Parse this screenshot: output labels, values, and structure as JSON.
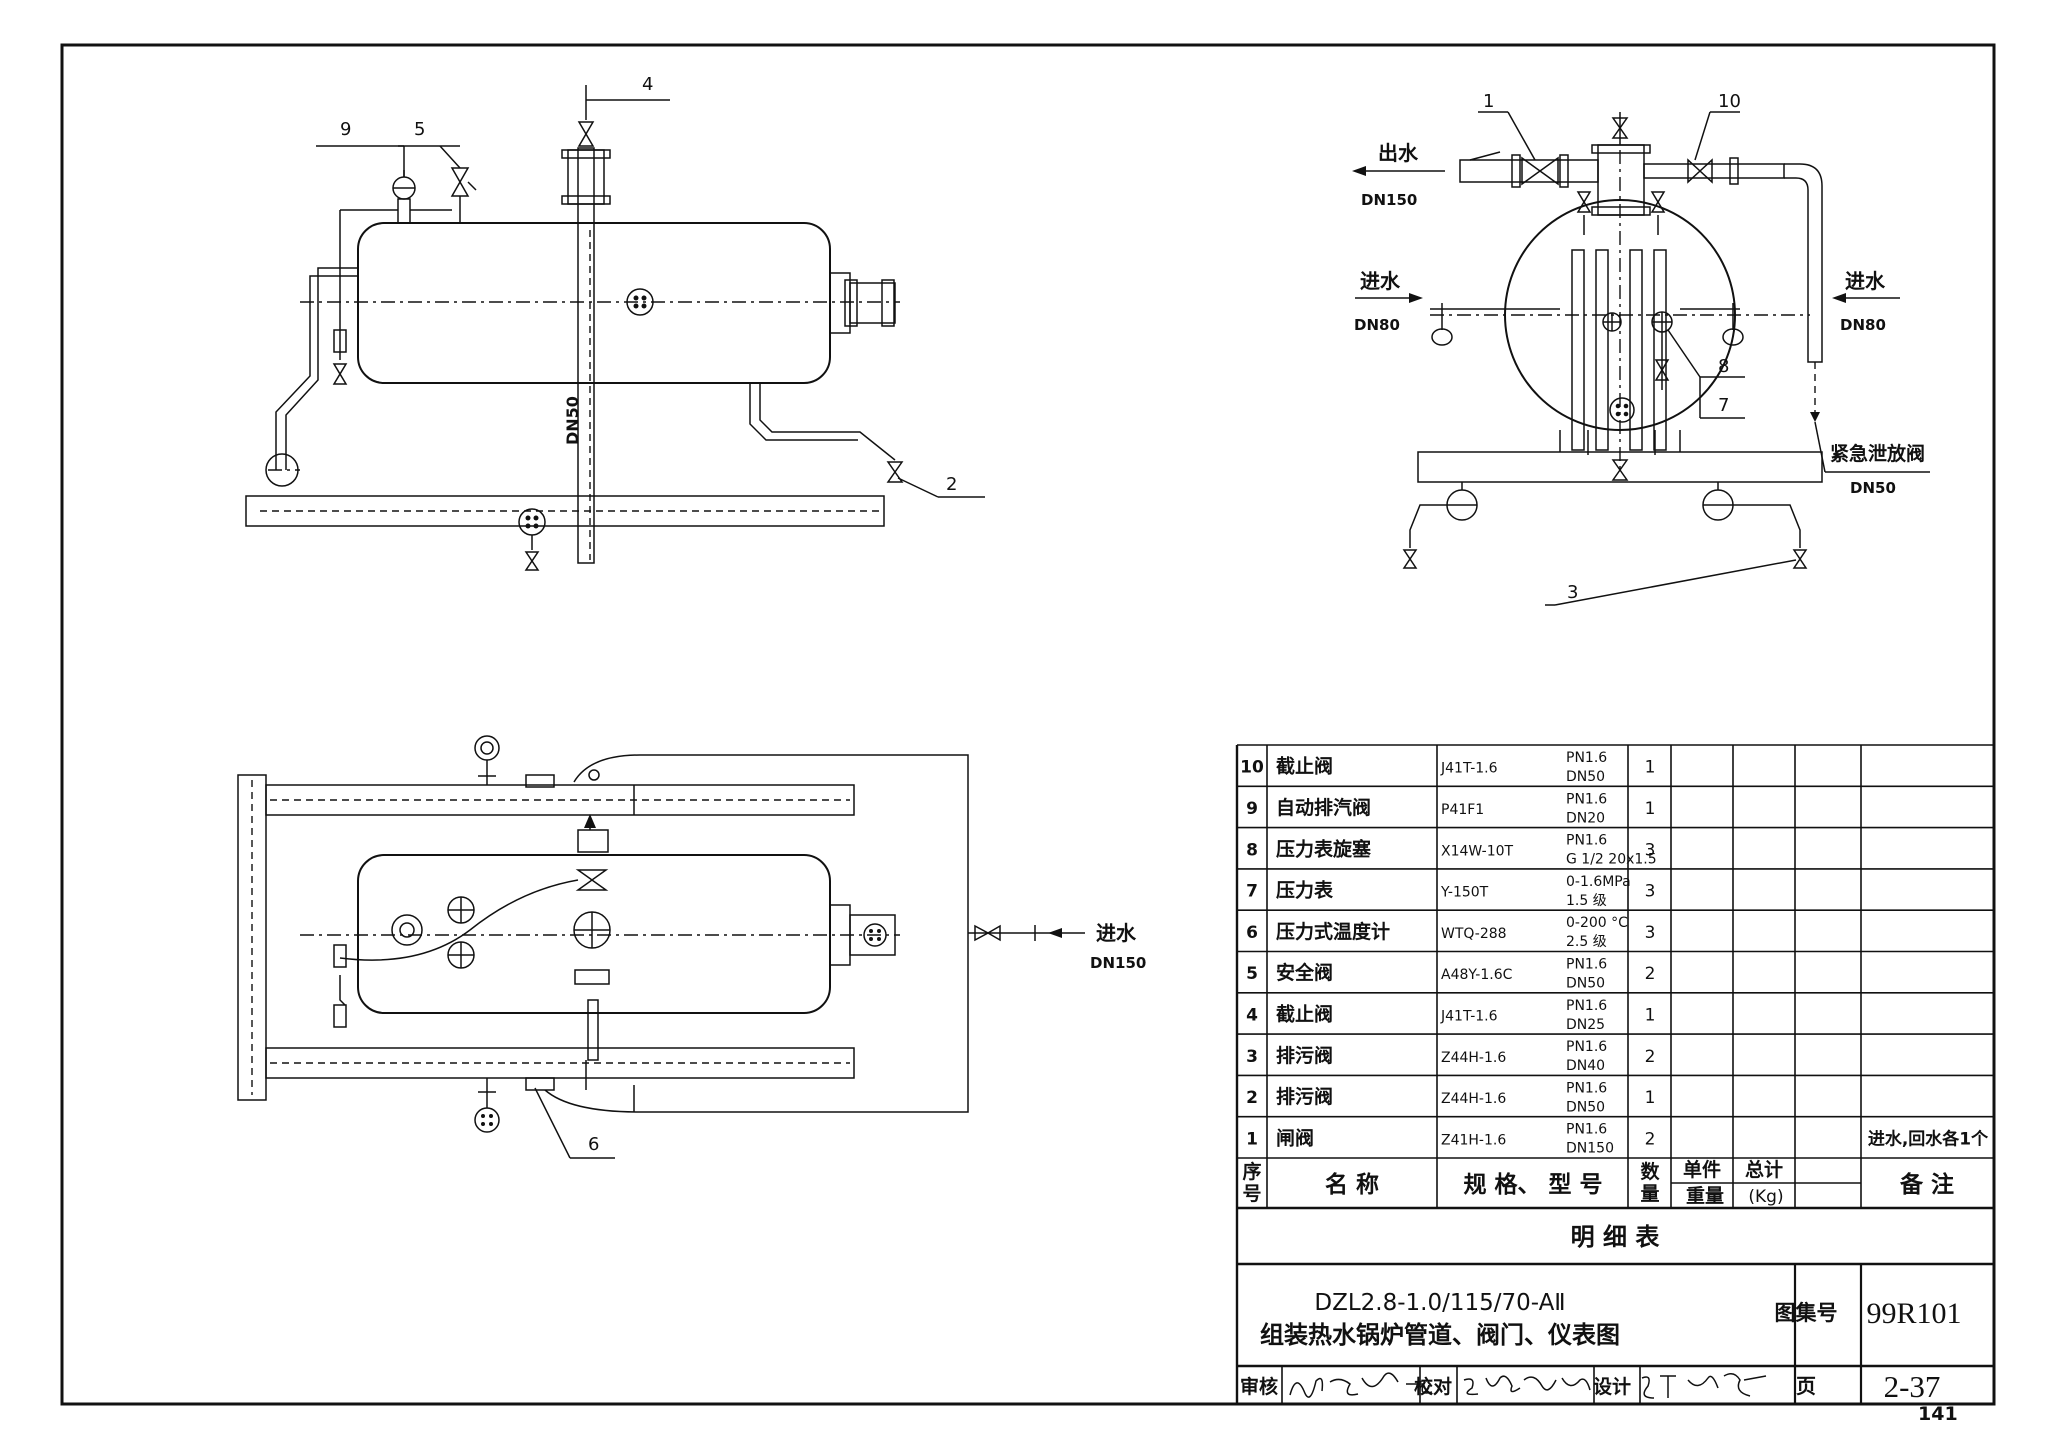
{
  "views": {
    "elevation": {
      "leaders": [
        "9",
        "5",
        "4",
        "2"
      ],
      "pipe_label": "DN50"
    },
    "side": {
      "leaders": [
        "1",
        "10",
        "8",
        "7",
        "3"
      ],
      "outlet": {
        "label": "出水",
        "size": "DN150"
      },
      "inlet_left": {
        "label": "进水",
        "size": "DN80"
      },
      "inlet_right": {
        "label": "进水",
        "size": "DN80"
      },
      "emergency": {
        "label": "紧急泄放阀",
        "size": "DN50"
      }
    },
    "plan": {
      "leaders": [
        "6"
      ],
      "inlet": {
        "label": "进水",
        "size": "DN150"
      }
    }
  },
  "parts_table": {
    "rows": [
      {
        "no": "10",
        "name": "截止阀",
        "model": "J41T-1.6",
        "spec": [
          "PN1.6",
          "DN50"
        ],
        "qty": "1",
        "unit_weight": "",
        "total_weight": "",
        "remark": ""
      },
      {
        "no": "9",
        "name": "自动排汽阀",
        "model": "P41F1",
        "spec": [
          "PN1.6",
          "DN20"
        ],
        "qty": "1",
        "unit_weight": "",
        "total_weight": "",
        "remark": ""
      },
      {
        "no": "8",
        "name": "压力表旋塞",
        "model": "X14W-10T",
        "spec": [
          "PN1.6",
          "G 1/2 20x1.5"
        ],
        "qty": "3",
        "unit_weight": "",
        "total_weight": "",
        "remark": ""
      },
      {
        "no": "7",
        "name": "压力表",
        "model": "Y-150T",
        "spec": [
          "0-1.6MPa",
          "1.5 级"
        ],
        "qty": "3",
        "unit_weight": "",
        "total_weight": "",
        "remark": ""
      },
      {
        "no": "6",
        "name": "压力式温度计",
        "model": "WTQ-288",
        "spec": [
          "0-200 °C",
          "2.5 级"
        ],
        "qty": "3",
        "unit_weight": "",
        "total_weight": "",
        "remark": ""
      },
      {
        "no": "5",
        "name": "安全阀",
        "model": "A48Y-1.6C",
        "spec": [
          "PN1.6",
          "DN50"
        ],
        "qty": "2",
        "unit_weight": "",
        "total_weight": "",
        "remark": ""
      },
      {
        "no": "4",
        "name": "截止阀",
        "model": "J41T-1.6",
        "spec": [
          "PN1.6",
          "DN25"
        ],
        "qty": "1",
        "unit_weight": "",
        "total_weight": "",
        "remark": ""
      },
      {
        "no": "3",
        "name": "排污阀",
        "model": "Z44H-1.6",
        "spec": [
          "PN1.6",
          "DN40"
        ],
        "qty": "2",
        "unit_weight": "",
        "total_weight": "",
        "remark": ""
      },
      {
        "no": "2",
        "name": "排污阀",
        "model": "Z44H-1.6",
        "spec": [
          "PN1.6",
          "DN50"
        ],
        "qty": "1",
        "unit_weight": "",
        "total_weight": "",
        "remark": ""
      },
      {
        "no": "1",
        "name": "闸阀",
        "model": "Z41H-1.6",
        "spec": [
          "PN1.6",
          "DN150"
        ],
        "qty": "2",
        "unit_weight": "",
        "total_weight": "",
        "remark": "进水,回水各1个"
      }
    ],
    "header": {
      "no": [
        "序",
        "号"
      ],
      "name": "名 称",
      "spec": "规 格、 型 号",
      "qty": [
        "数",
        "量"
      ],
      "unit": "单件",
      "total": "总计",
      "weight": "重量",
      "weight_unit": "(Kg)",
      "remark": "备 注"
    },
    "caption": "明 细 表"
  },
  "title_block": {
    "model": "DZL2.8-1.0/115/70-AⅡ",
    "title": "组装热水锅炉管道、阀门、仪表图",
    "atlas_label": "图集号",
    "atlas_no": "99R101",
    "review_label": "审核",
    "check_label": "校对",
    "design_label": "设计",
    "page_label": "页",
    "page_no": "2-37"
  },
  "page_number": "141"
}
